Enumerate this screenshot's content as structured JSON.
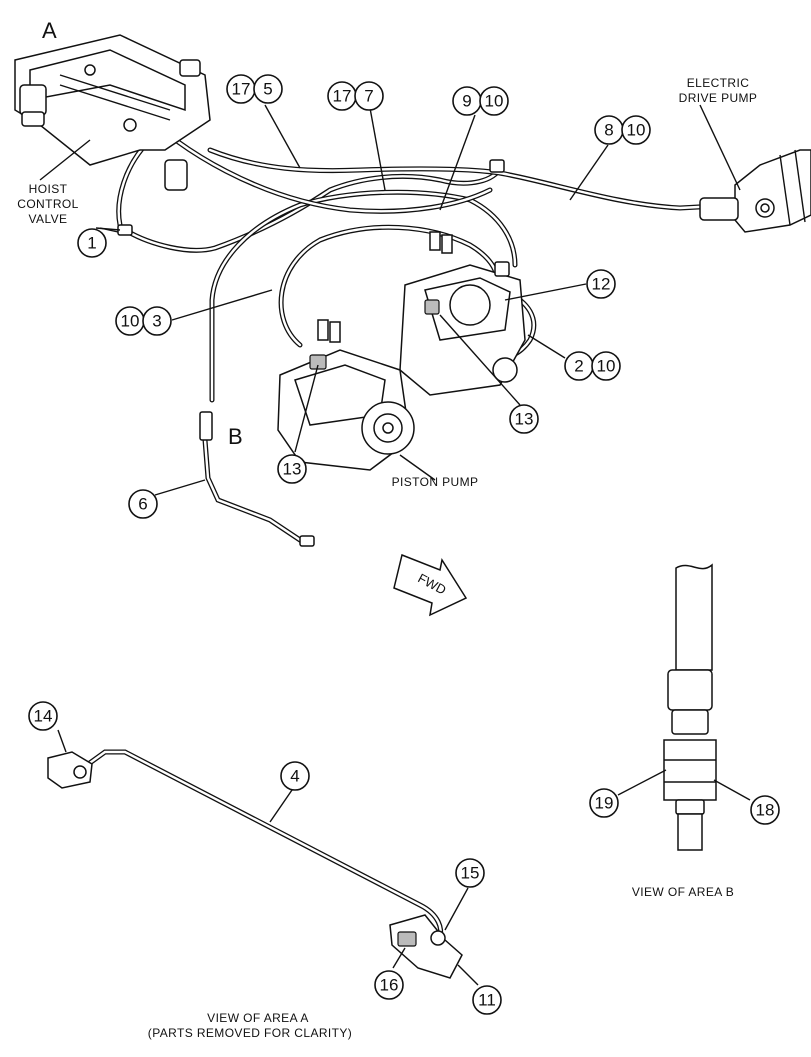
{
  "labels": {
    "area_a": "A",
    "area_b": "B",
    "hoist_control_valve": [
      "HOIST",
      "CONTROL",
      "VALVE"
    ],
    "electric_drive_pump": [
      "ELECTRIC",
      "DRIVE PUMP"
    ],
    "piston_pump": "PISTON PUMP",
    "fwd": "FWD",
    "view_area_a": [
      "VIEW OF AREA  A",
      "(PARTS REMOVED FOR CLARITY)"
    ],
    "view_area_b": "VIEW OF AREA  B"
  },
  "callouts": {
    "c1": "1",
    "c17_5": [
      "17",
      "5"
    ],
    "c17_7": [
      "17",
      "7"
    ],
    "c9_10": [
      "9",
      "10"
    ],
    "c8_10": [
      "8",
      "10"
    ],
    "c12": "12",
    "c10_3": [
      "10",
      "3"
    ],
    "c2_10": [
      "2",
      "10"
    ],
    "c13a": "13",
    "c13b": "13",
    "c6": "6",
    "c14": "14",
    "c4": "4",
    "c15": "15",
    "c16": "16",
    "c11": "11",
    "c19": "19",
    "c18": "18"
  }
}
